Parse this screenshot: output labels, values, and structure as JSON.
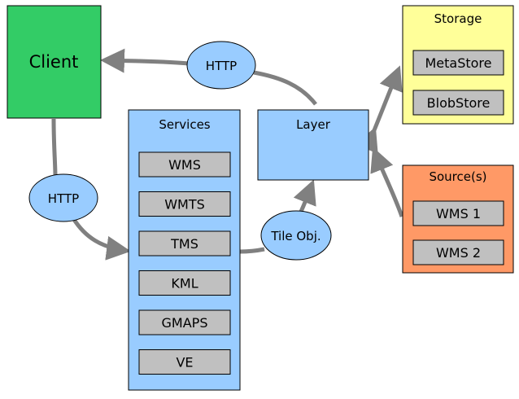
{
  "colors": {
    "client": "#33cc66",
    "services": "#99ccff",
    "layer": "#99ccff",
    "storage": "#ffff99",
    "source": "#ff9966",
    "item": "#c0c0c0",
    "bubble": "#99ccff",
    "edge": "#808080"
  },
  "client": {
    "label": "Client"
  },
  "services": {
    "title": "Services",
    "items": [
      "WMS",
      "WMTS",
      "TMS",
      "KML",
      "GMAPS",
      "VE"
    ]
  },
  "layer": {
    "title": "Layer"
  },
  "storage": {
    "title": "Storage",
    "items": [
      "MetaStore",
      "BlobStore"
    ]
  },
  "sources": {
    "title": "Source(s)",
    "items": [
      "WMS 1",
      "WMS 2"
    ]
  },
  "bubbles": {
    "http_top": "HTTP",
    "http_left": "HTTP",
    "tile_obj": "Tile Obj."
  }
}
